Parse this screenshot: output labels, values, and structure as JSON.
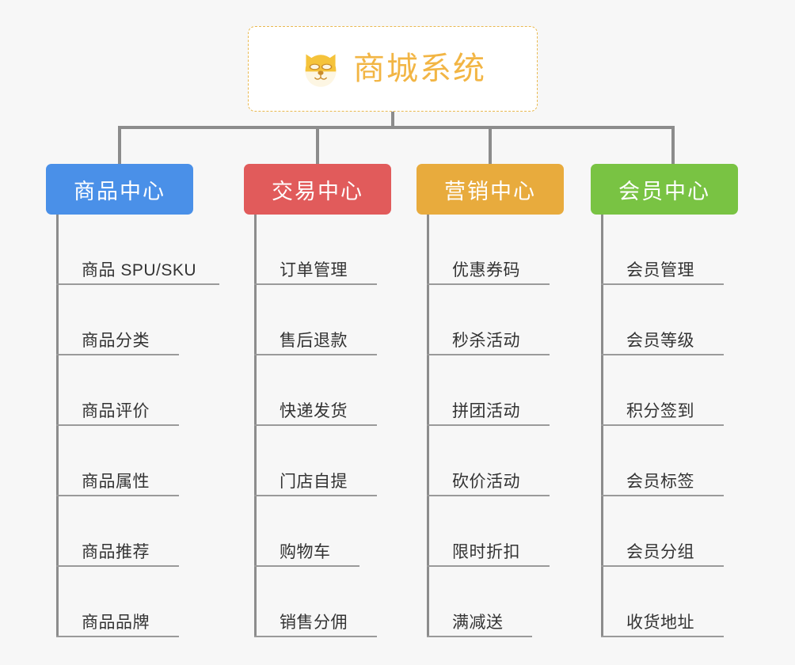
{
  "diagram": {
    "type": "mind-map",
    "background_color": "#f7f7f7",
    "connector_color": "#8c8c8c",
    "leaf_text_color": "#333333",
    "root": {
      "title": "商城系统",
      "icon": "dog-face-emoji",
      "text_color": "#f2b544",
      "border_color": "#e9b950",
      "border_style": "dashed",
      "background_color": "#ffffff"
    },
    "branches": [
      {
        "label": "商品中心",
        "color": "#4a90e8",
        "items": [
          "商品 SPU/SKU",
          "商品分类",
          "商品评价",
          "商品属性",
          "商品推荐",
          "商品品牌"
        ]
      },
      {
        "label": "交易中心",
        "color": "#e15b5b",
        "items": [
          "订单管理",
          "售后退款",
          "快递发货",
          "门店自提",
          "购物车",
          "销售分佣"
        ]
      },
      {
        "label": "营销中心",
        "color": "#e8ab3d",
        "items": [
          "优惠券码",
          "秒杀活动",
          "拼团活动",
          "砍价活动",
          "限时折扣",
          "满减送"
        ]
      },
      {
        "label": "会员中心",
        "color": "#79c343",
        "items": [
          "会员管理",
          "会员等级",
          "积分签到",
          "会员标签",
          "会员分组",
          "收货地址"
        ]
      }
    ]
  }
}
